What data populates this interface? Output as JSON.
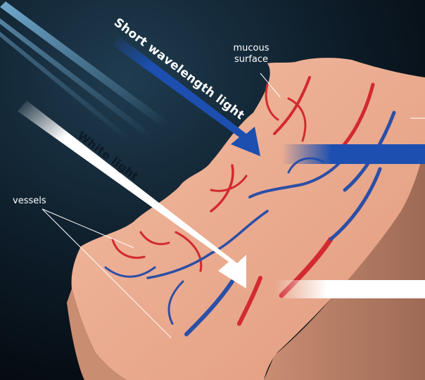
{
  "labels": {
    "mucous_surface": [
      "mucous",
      "surface"
    ],
    "vessels": "vessels",
    "short_wavelength_light": "Short wavelength light",
    "white_light": "White light"
  },
  "colors": {
    "background_top": "#1f3c50",
    "background_bottom": "#050b11",
    "tissue": "#e8a487",
    "tissue_side": "#c98d72",
    "artery": "#d22a2e",
    "vein": "#2c4fa6",
    "short_wavelength_arrow": "#1c4fb0",
    "white_arrow": "#ffffff",
    "light_beam": "#8fd3ff"
  },
  "icons": [
    "light-beam-source-icon"
  ]
}
